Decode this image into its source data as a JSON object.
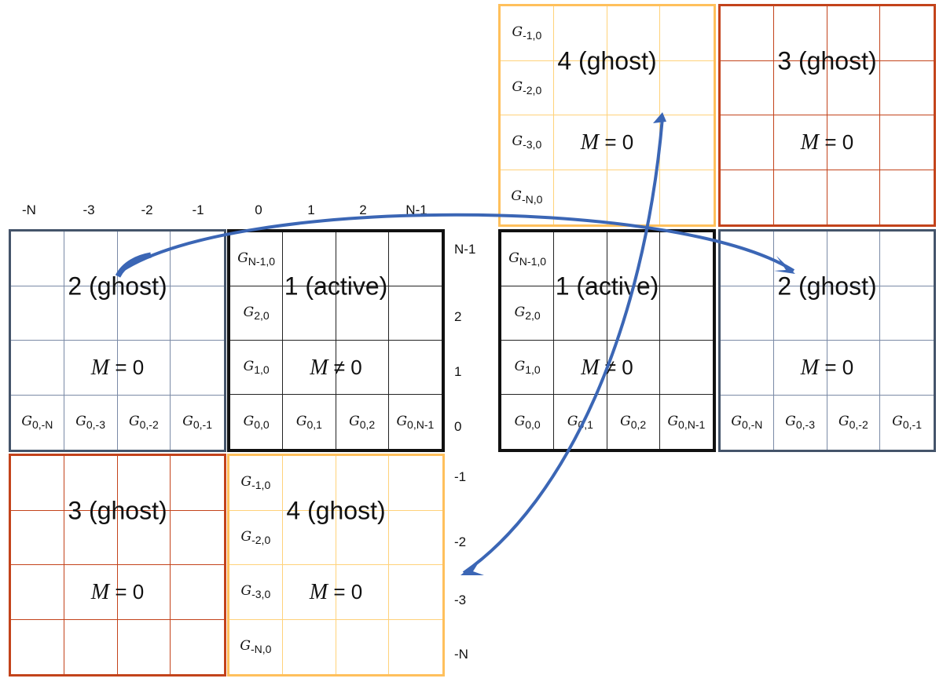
{
  "x_axis_labels": [
    "-N",
    "-3",
    "-2",
    "-1",
    "0",
    "1",
    "2",
    "N-1"
  ],
  "y_axis_labels": [
    "N-1",
    "2",
    "1",
    "0",
    "-1",
    "-2",
    "-3",
    "-N"
  ],
  "colors": {
    "active": "#111111",
    "ghost_2": "#44546a",
    "ghost_3": "#c3431b",
    "ghost_4": "#ffc05c",
    "arrow": "#3b66b5"
  },
  "blocks": [
    {
      "id": "left-block-2",
      "kind": "ghost_2",
      "title": "2 (ghost)",
      "m_symbol": "M",
      "m_relation": "= 0",
      "cells": [
        "",
        "",
        "",
        "",
        "",
        "",
        "",
        "",
        "",
        "",
        "",
        "",
        "0,-N",
        "0,-3",
        "0,-2",
        "0,-1"
      ]
    },
    {
      "id": "left-block-1",
      "kind": "active",
      "title": "1 (active)",
      "m_symbol": "M",
      "m_relation": "≠ 0",
      "cells": [
        "N-1,0",
        "",
        "",
        "",
        "2,0",
        "",
        "",
        "",
        "1,0",
        "",
        "",
        "",
        "0,0",
        "0,1",
        "0,2",
        "0,N-1"
      ]
    },
    {
      "id": "left-block-3",
      "kind": "ghost_3",
      "title": "3 (ghost)",
      "m_symbol": "M",
      "m_relation": "= 0",
      "cells": [
        "",
        "",
        "",
        "",
        "",
        "",
        "",
        "",
        "",
        "",
        "",
        "",
        "",
        "",
        "",
        ""
      ]
    },
    {
      "id": "left-block-4",
      "kind": "ghost_4",
      "title": "4 (ghost)",
      "m_symbol": "M",
      "m_relation": "= 0",
      "cells": [
        "-1,0",
        "",
        "",
        "",
        "-2,0",
        "",
        "",
        "",
        "-3,0",
        "",
        "",
        "",
        "-N,0",
        "",
        "",
        ""
      ]
    },
    {
      "id": "right-block-4",
      "kind": "ghost_4",
      "title": "4 (ghost)",
      "m_symbol": "M",
      "m_relation": "= 0",
      "cells": [
        "-1,0",
        "",
        "",
        "",
        "-2,0",
        "",
        "",
        "",
        "-3,0",
        "",
        "",
        "",
        "-N,0",
        "",
        "",
        ""
      ]
    },
    {
      "id": "right-block-3",
      "kind": "ghost_3",
      "title": "3 (ghost)",
      "m_symbol": "M",
      "m_relation": "= 0",
      "cells": [
        "",
        "",
        "",
        "",
        "",
        "",
        "",
        "",
        "",
        "",
        "",
        "",
        "",
        "",
        "",
        ""
      ]
    },
    {
      "id": "right-block-1",
      "kind": "active",
      "title": "1 (active)",
      "m_symbol": "M",
      "m_relation": "≠ 0",
      "cells": [
        "N-1,0",
        "",
        "",
        "",
        "2,0",
        "",
        "",
        "",
        "1,0",
        "",
        "",
        "",
        "0,0",
        "0,1",
        "0,2",
        "0,N-1"
      ]
    },
    {
      "id": "right-block-2",
      "kind": "ghost_2",
      "title": "2 (ghost)",
      "m_symbol": "M",
      "m_relation": "= 0",
      "cells": [
        "",
        "",
        "",
        "",
        "",
        "",
        "",
        "",
        "",
        "",
        "",
        "",
        "0,-N",
        "0,-3",
        "0,-2",
        "0,-1"
      ]
    }
  ]
}
